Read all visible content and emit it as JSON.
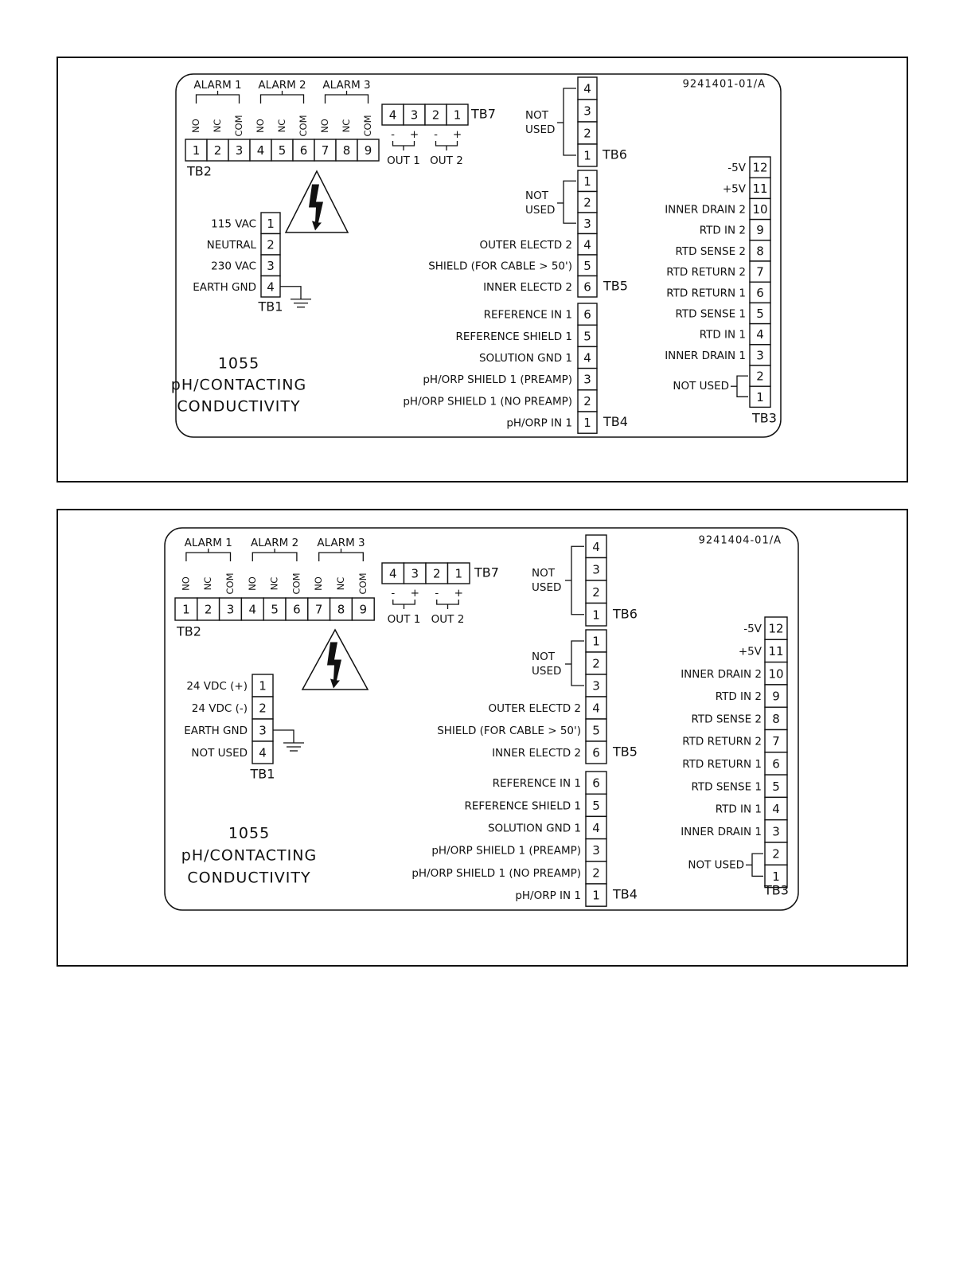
{
  "panels": [
    {
      "part_number": "9241401-01/A",
      "title_lines": [
        "1055",
        "pH/CONTACTING",
        "CONDUCTIVITY"
      ],
      "alarm_labels": [
        "ALARM 1",
        "ALARM 2",
        "ALARM 3"
      ],
      "relay_contacts": [
        "NO",
        "NC",
        "COM"
      ],
      "tb2": {
        "name": "TB2",
        "terminals": [
          "1",
          "2",
          "3",
          "4",
          "5",
          "6",
          "7",
          "8",
          "9"
        ]
      },
      "tb7": {
        "name": "TB7",
        "terminals": [
          "4",
          "3",
          "2",
          "1"
        ],
        "polarity": [
          "-",
          "+",
          "-",
          "+"
        ],
        "outputs": [
          "OUT 1",
          "OUT 2"
        ]
      },
      "tb6": {
        "name": "TB6",
        "terminals": [
          "4",
          "3",
          "2",
          "1"
        ],
        "note_lines": [
          "NOT",
          "USED"
        ]
      },
      "tb1": {
        "name": "TB1",
        "rows": [
          {
            "label": "115 VAC",
            "n": "1"
          },
          {
            "label": "NEUTRAL",
            "n": "2"
          },
          {
            "label": "230 VAC",
            "n": "3"
          },
          {
            "label": "EARTH GND",
            "n": "4"
          }
        ],
        "ground_row": 3
      },
      "tb5": {
        "name": "TB5",
        "note_lines": [
          "NOT",
          "USED"
        ],
        "rows": [
          {
            "label": "",
            "n": "1"
          },
          {
            "label": "",
            "n": "2"
          },
          {
            "label": "",
            "n": "3"
          },
          {
            "label": "OUTER ELECTD 2",
            "n": "4"
          },
          {
            "label": "SHIELD (FOR CABLE > 50')",
            "n": "5"
          },
          {
            "label": "INNER ELECTD 2",
            "n": "6"
          }
        ]
      },
      "tb4": {
        "name": "TB4",
        "rows": [
          {
            "label": "REFERENCE IN 1",
            "n": "6"
          },
          {
            "label": "REFERENCE SHIELD 1",
            "n": "5"
          },
          {
            "label": "SOLUTION GND 1",
            "n": "4"
          },
          {
            "label": "pH/ORP SHIELD 1 (PREAMP)",
            "n": "3"
          },
          {
            "label": "pH/ORP SHIELD 1 (NO PREAMP)",
            "n": "2"
          },
          {
            "label": "pH/ORP IN 1",
            "n": "1"
          }
        ]
      },
      "tb3": {
        "name": "TB3",
        "not_used_label": "NOT USED",
        "rows": [
          {
            "label": "-5V",
            "n": "12"
          },
          {
            "label": "+5V",
            "n": "11"
          },
          {
            "label": "INNER DRAIN 2",
            "n": "10"
          },
          {
            "label": "RTD IN 2",
            "n": "9"
          },
          {
            "label": "RTD SENSE 2",
            "n": "8"
          },
          {
            "label": "RTD RETURN 2",
            "n": "7"
          },
          {
            "label": "RTD RETURN 1",
            "n": "6"
          },
          {
            "label": "RTD SENSE 1",
            "n": "5"
          },
          {
            "label": "RTD IN 1",
            "n": "4"
          },
          {
            "label": "INNER DRAIN 1",
            "n": "3"
          },
          {
            "label": "",
            "n": "2"
          },
          {
            "label": "",
            "n": "1"
          }
        ]
      }
    },
    {
      "part_number": "9241404-01/A",
      "title_lines": [
        "1055",
        "pH/CONTACTING",
        "CONDUCTIVITY"
      ],
      "alarm_labels": [
        "ALARM 1",
        "ALARM 2",
        "ALARM 3"
      ],
      "relay_contacts": [
        "NO",
        "NC",
        "COM"
      ],
      "tb2": {
        "name": "TB2",
        "terminals": [
          "1",
          "2",
          "3",
          "4",
          "5",
          "6",
          "7",
          "8",
          "9"
        ]
      },
      "tb7": {
        "name": "TB7",
        "terminals": [
          "4",
          "3",
          "2",
          "1"
        ],
        "polarity": [
          "-",
          "+",
          "-",
          "+"
        ],
        "outputs": [
          "OUT 1",
          "OUT 2"
        ]
      },
      "tb6": {
        "name": "TB6",
        "terminals": [
          "4",
          "3",
          "2",
          "1"
        ],
        "note_lines": [
          "NOT",
          "USED"
        ]
      },
      "tb1": {
        "name": "TB1",
        "rows": [
          {
            "label": "24 VDC (+)",
            "n": "1"
          },
          {
            "label": "24 VDC (-)",
            "n": "2"
          },
          {
            "label": "EARTH GND",
            "n": "3"
          },
          {
            "label": "NOT USED",
            "n": "4"
          }
        ],
        "ground_row": 2
      },
      "tb5": {
        "name": "TB5",
        "note_lines": [
          "NOT",
          "USED"
        ],
        "rows": [
          {
            "label": "",
            "n": "1"
          },
          {
            "label": "",
            "n": "2"
          },
          {
            "label": "",
            "n": "3"
          },
          {
            "label": "OUTER ELECTD 2",
            "n": "4"
          },
          {
            "label": "SHIELD (FOR CABLE > 50')",
            "n": "5"
          },
          {
            "label": "INNER ELECTD 2",
            "n": "6"
          }
        ]
      },
      "tb4": {
        "name": "TB4",
        "rows": [
          {
            "label": "REFERENCE IN 1",
            "n": "6"
          },
          {
            "label": "REFERENCE SHIELD 1",
            "n": "5"
          },
          {
            "label": "SOLUTION GND 1",
            "n": "4"
          },
          {
            "label": "pH/ORP SHIELD 1 (PREAMP)",
            "n": "3"
          },
          {
            "label": "pH/ORP SHIELD 1 (NO PREAMP)",
            "n": "2"
          },
          {
            "label": "pH/ORP IN 1",
            "n": "1"
          }
        ]
      },
      "tb3": {
        "name": "TB3",
        "not_used_label": "NOT USED",
        "rows": [
          {
            "label": "-5V",
            "n": "12"
          },
          {
            "label": "+5V",
            "n": "11"
          },
          {
            "label": "INNER DRAIN 2",
            "n": "10"
          },
          {
            "label": "RTD IN 2",
            "n": "9"
          },
          {
            "label": "RTD SENSE 2",
            "n": "8"
          },
          {
            "label": "RTD RETURN 2",
            "n": "7"
          },
          {
            "label": "RTD RETURN 1",
            "n": "6"
          },
          {
            "label": "RTD SENSE 1",
            "n": "5"
          },
          {
            "label": "RTD IN 1",
            "n": "4"
          },
          {
            "label": "INNER DRAIN 1",
            "n": "3"
          },
          {
            "label": "",
            "n": "2"
          },
          {
            "label": "",
            "n": "1"
          }
        ]
      }
    }
  ]
}
